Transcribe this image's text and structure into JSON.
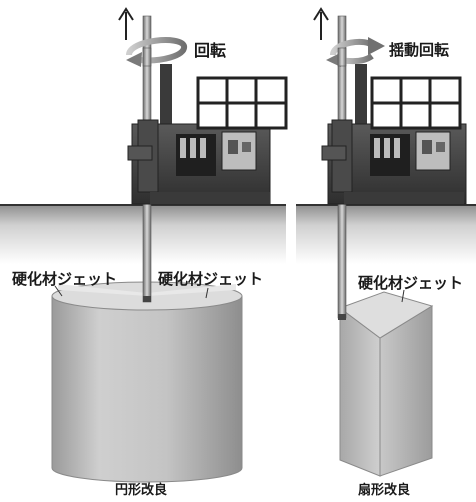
{
  "rotation_label": "回転",
  "oscillation_label": "揺動回転",
  "jet_labels": [
    "硬化材ジェット",
    "硬化材ジェット",
    "硬化材ジェット"
  ],
  "cylindrical_label": "円形改良",
  "fan_label": "扇形改良"
}
